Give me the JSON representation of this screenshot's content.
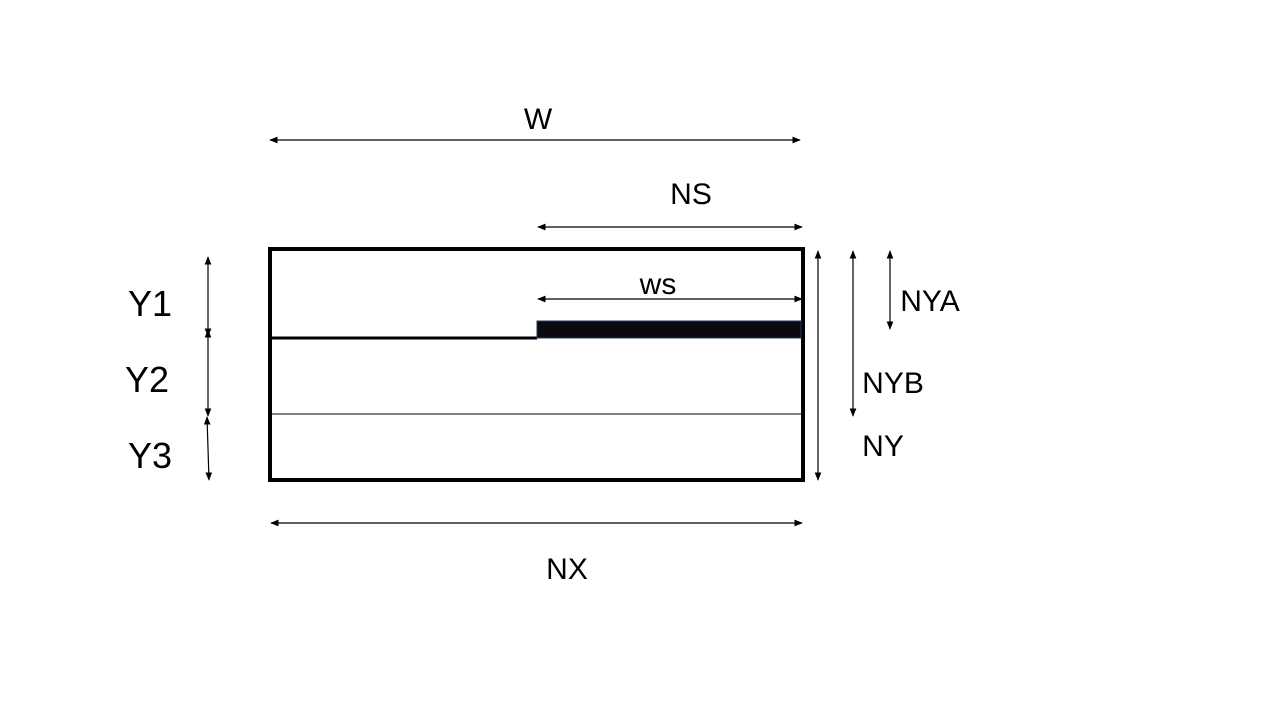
{
  "labels": {
    "w": "W",
    "ns": "NS",
    "ws": "ws",
    "nya": "NYA",
    "nyb": "NYB",
    "ny": "NY",
    "nx": "NX",
    "y1": "Y1",
    "y2": "Y2",
    "y3": "Y3"
  },
  "colors": {
    "stroke": "#000000",
    "background": "#ffffff",
    "strip_fill": "#0b0b0f"
  }
}
